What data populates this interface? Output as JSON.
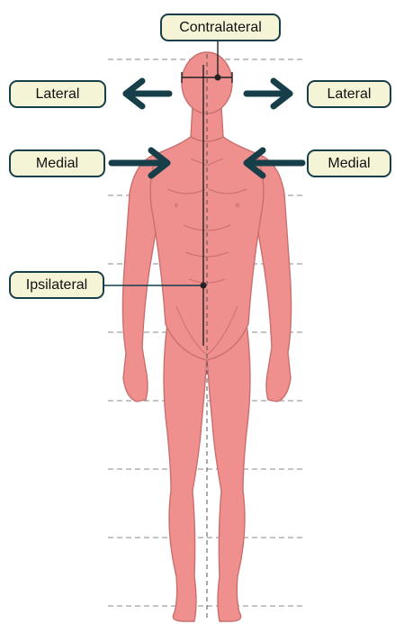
{
  "labels": {
    "contralateral": "Contralateral",
    "lateral_left": "Lateral",
    "lateral_right": "Lateral",
    "medial_left": "Medial",
    "medial_right": "Medial",
    "ipsilateral": "Ipsilateral"
  },
  "colors": {
    "body_fill": "#ef8f8e",
    "body_outline": "#c9706f",
    "label_fill": "#f6f4d6",
    "label_border": "#173f4a",
    "arrow": "#173f4a",
    "marker_line": "#222222",
    "guide_line": "#8a8a8a"
  },
  "icons": {
    "lateral_left": "arrow-left-icon",
    "lateral_right": "arrow-right-icon",
    "medial_left": "arrow-right-icon",
    "medial_right": "arrow-left-icon"
  }
}
